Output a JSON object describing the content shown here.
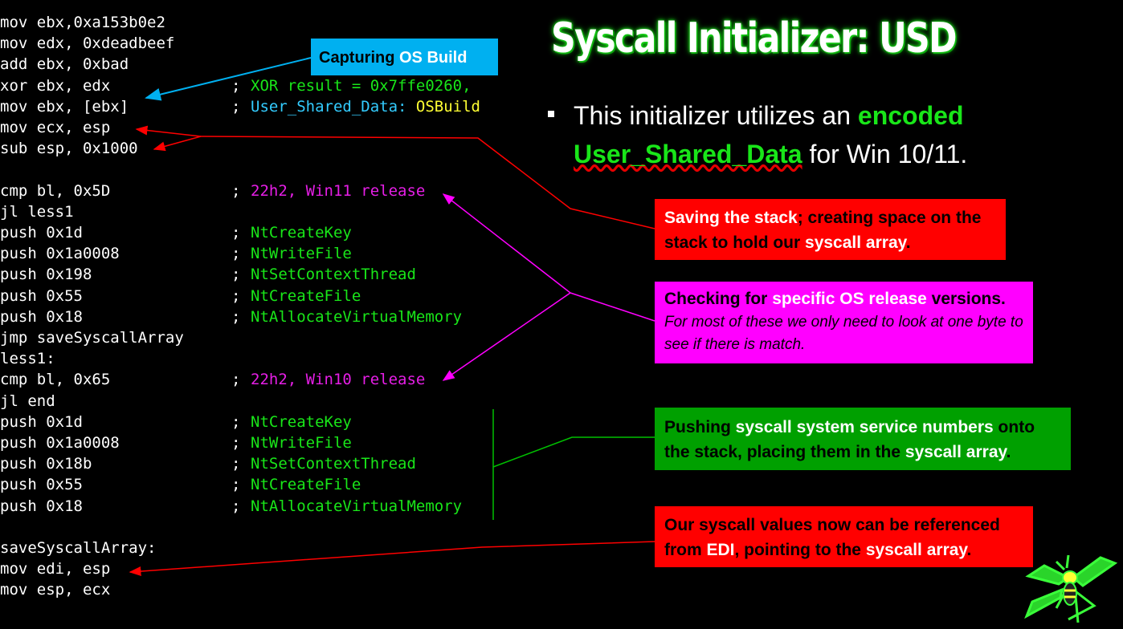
{
  "title": "Syscall Initializer: USD",
  "bullet": {
    "text_before": "This initializer utilizes an ",
    "encoded": "encoded",
    "space": " ",
    "usd": "User_Shared_Data",
    "text_after": " for Win 10/11."
  },
  "code": [
    {
      "code": "mov ebx,0xa153b0e2"
    },
    {
      "code": "mov edx, 0xdeadbeef"
    },
    {
      "code": "add ebx, 0xbad"
    },
    {
      "code": "xor ebx, edx",
      "semi": ";",
      "comment": "XOR result = 0x7ffe0260,",
      "color": "green"
    },
    {
      "code": "mov ebx, [ebx]",
      "semi": ";",
      "comment": "User_Shared_Data: ",
      "comment2": "OSBuild",
      "color": "cyan"
    },
    {
      "code": "mov ecx, esp"
    },
    {
      "code": "sub esp, 0x1000"
    },
    {
      "code": ""
    },
    {
      "code": "cmp bl, 0x5D",
      "semi": ";",
      "comment": "22h2, Win11 release",
      "color": "magenta"
    },
    {
      "code": "jl less1"
    },
    {
      "code": "push 0x1d",
      "semi": ";",
      "comment": "NtCreateKey",
      "color": "green"
    },
    {
      "code": "push 0x1a0008",
      "semi": ";",
      "comment": "NtWriteFile",
      "color": "green"
    },
    {
      "code": "push 0x198",
      "semi": ";",
      "comment": "NtSetContextThread",
      "color": "green"
    },
    {
      "code": "push 0x55",
      "semi": ";",
      "comment": "NtCreateFile",
      "color": "green"
    },
    {
      "code": "push 0x18",
      "semi": ";",
      "comment": "NtAllocateVirtualMemory",
      "color": "green"
    },
    {
      "code": "jmp saveSyscallArray"
    },
    {
      "code": "less1:"
    },
    {
      "code": "cmp bl, 0x65",
      "semi": ";",
      "comment": "22h2, Win10 release",
      "color": "magenta"
    },
    {
      "code": "jl end"
    },
    {
      "code": "push 0x1d",
      "semi": ";",
      "comment": "NtCreateKey",
      "color": "green"
    },
    {
      "code": "push 0x1a0008",
      "semi": ";",
      "comment": "NtWriteFile",
      "color": "green"
    },
    {
      "code": "push 0x18b",
      "semi": ";",
      "comment": "NtSetContextThread",
      "color": "green"
    },
    {
      "code": "push 0x55",
      "semi": ";",
      "comment": "NtCreateFile",
      "color": "green"
    },
    {
      "code": "push 0x18",
      "semi": ";",
      "comment": "NtAllocateVirtualMemory",
      "color": "green"
    },
    {
      "code": ""
    },
    {
      "code": "saveSyscallArray:"
    },
    {
      "code": "mov edi, esp"
    },
    {
      "code": "mov esp, ecx"
    }
  ],
  "callouts": {
    "capturing": {
      "p1": "Capturing ",
      "p2": "OS Build"
    },
    "saving": {
      "p1": "Saving the stack",
      "p2": "; creating space on the stack to hold our ",
      "p3": "syscall array",
      "p4": "."
    },
    "checking": {
      "p1": "Checking for ",
      "p2": "specific OS release",
      "p3": " versions",
      "p4": ".",
      "italic": "For most of these we only need to look at one byte to see if there is match."
    },
    "pushing": {
      "p1": "Pushing ",
      "p2": "syscall system service numbers",
      "p3": " onto the stack, placing them in the ",
      "p4": "syscall array",
      "p5": "."
    },
    "edi": {
      "p1": "Our syscall values now can be referenced from ",
      "p2": "EDI",
      "p3": ", pointing to the ",
      "p4": "syscall array",
      "p5": "."
    }
  },
  "colors": {
    "green": "#19e619",
    "magenta": "#e61ee6",
    "cyan": "#33ccff",
    "yellow": "#ffff33",
    "red_box": "#ff0000",
    "magenta_box": "#ff00ff",
    "green_box": "#00a000",
    "blue_box": "#00b0f0"
  },
  "icons": {
    "logo": "wasp-logo"
  }
}
